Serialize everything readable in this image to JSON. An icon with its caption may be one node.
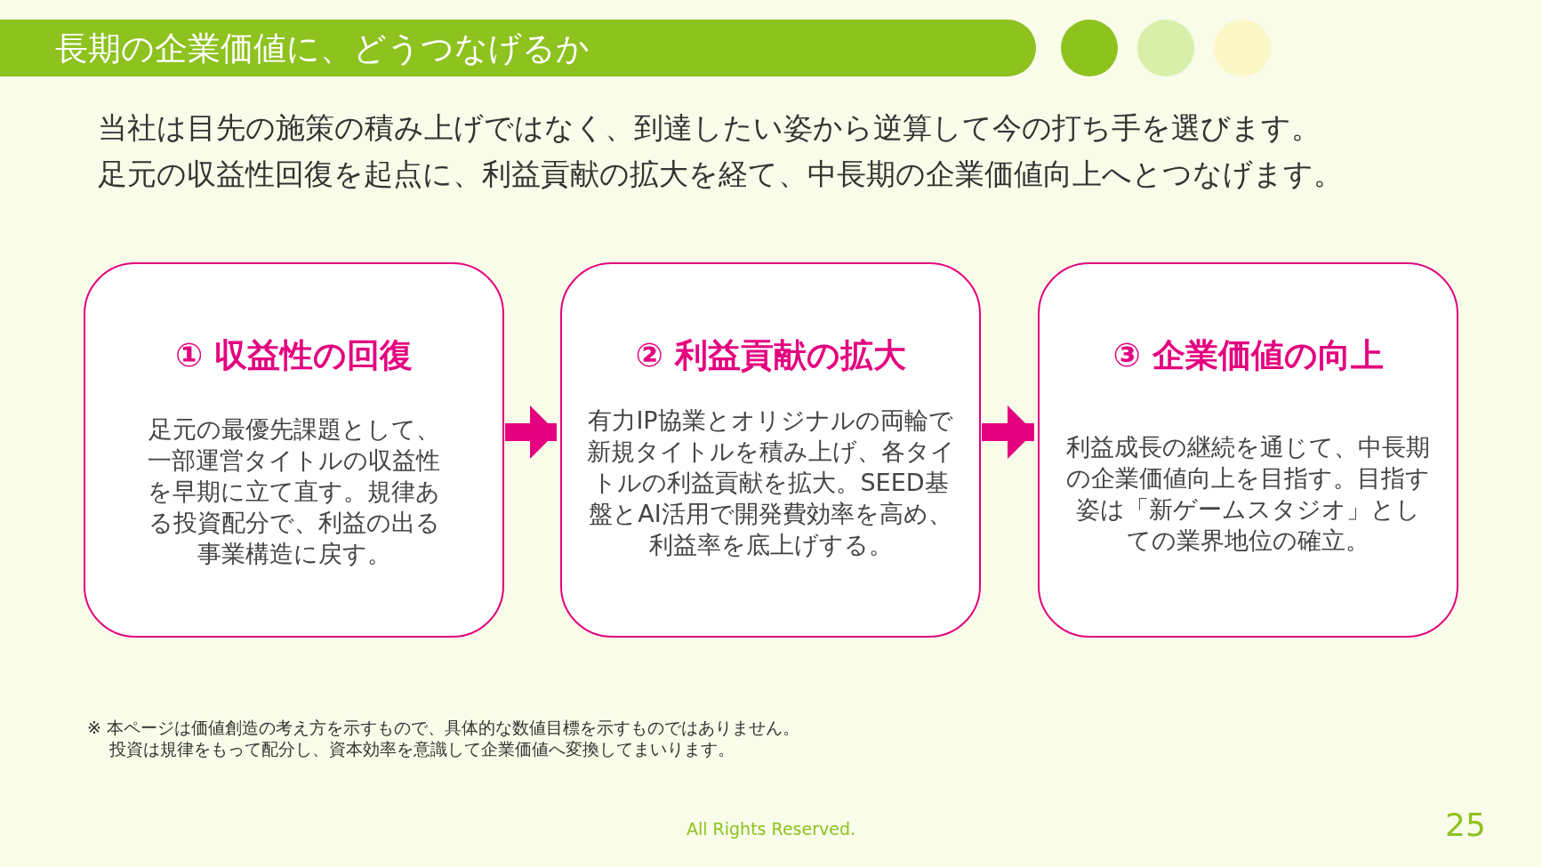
{
  "diagram": {
    "title": "長期の企業価値に、どうつなげるか",
    "nodes": [
      {
        "text": [
          "① 収益性の回復",
          "足元の最優先課題として、一部運営タイトルの収益性を早期に立て直す。規律ある投資配分で、利益の出る事業構造に戻す。"
        ]
      },
      {
        "text": [
          "② 利益貢献の拡大",
          "有力IP協業とオリジナルの両輪で新規タイトルを積み上げ、各タイトルの利益貢献を拡大。SEED基盤とAI活用で開発費効率を高め、利益率を底上げする。"
        ]
      },
      {
        "text": [
          "③ 企業価値の向上",
          "利益成長の継続を通じて、中長期の企業価値向上を目指す。目指す姿は「新ゲームスタジオ」としての業界地位の確立。"
        ]
      }
    ],
    "edges": [
      {
        "from": 0,
        "to": 1,
        "arrow": "to"
      },
      {
        "from": 1,
        "to": 2,
        "arrow": "to"
      }
    ],
    "labels": [
      "当社は目先の施策の積み上げではなく、到達したい姿から逆算して今の打ち手を選びます。",
      "足元の収益性回復を起点に、利益貢献の拡大を経て、中長期の企業価値向上へとつなげます。",
      "※ 本ページは価値創造の考え方を示すもので、具体的な数値目標を示すものではありません。",
      "投資は規律をもって配分し、資本効率を意識して企業価値へ変換してまいります。",
      "All Rights Reserved.",
      "25"
    ]
  }
}
